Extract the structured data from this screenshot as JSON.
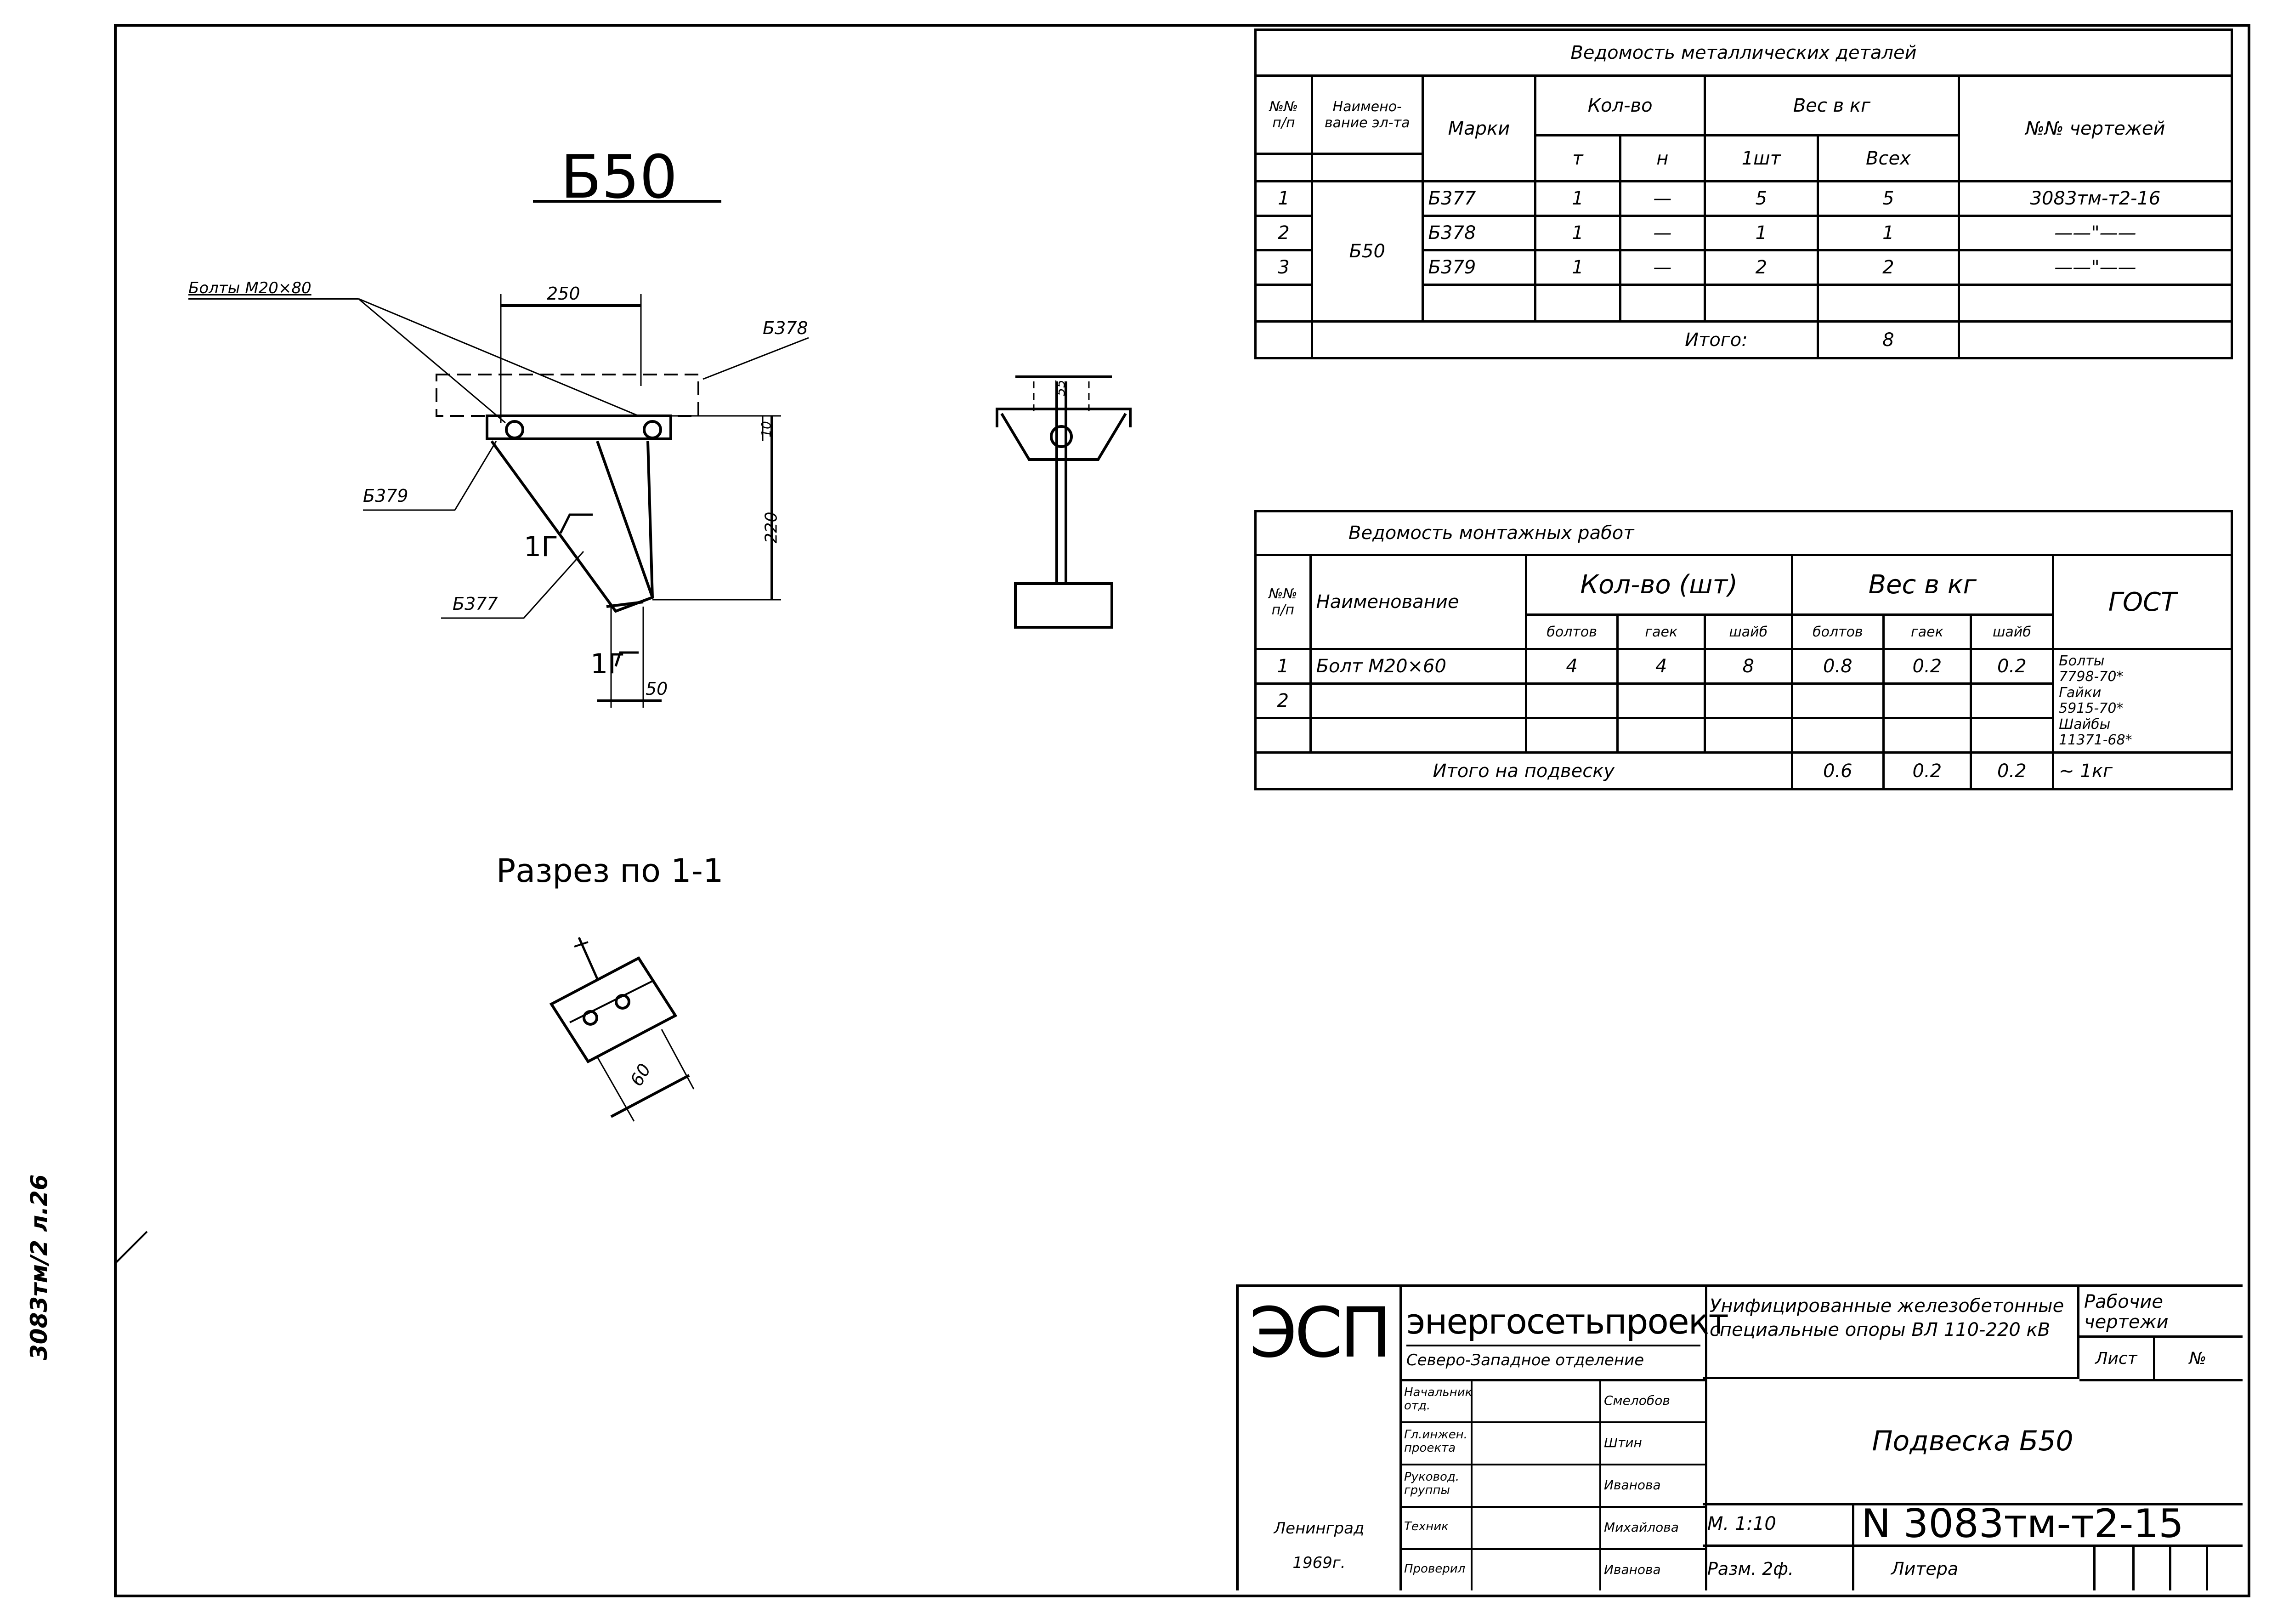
{
  "drawing": {
    "title": "Б50",
    "section_label": "Разрез по 1-1",
    "margin_note": "3083тм/2 л.26",
    "labels": {
      "bolts": "Болты М20×80",
      "dim_250": "250",
      "b378": "Б378",
      "b379": "Б379",
      "b377": "Б377",
      "dim_220": "220",
      "dim_50": "50",
      "dim_60": "60",
      "dim_10": "10",
      "cut_mark_top": "1Г",
      "cut_mark_bottom": "1Г",
      "dim_55": "55"
    }
  },
  "metal_table": {
    "title": "Ведомость металлических деталей",
    "headers": {
      "num": "№№ п/п",
      "name": "Наимено-вание эл-та",
      "mark": "Марки",
      "qty": "Кол-во",
      "qty_t": "т",
      "qty_n": "н",
      "weight": "Вес в кг",
      "w_one": "1шт",
      "w_all": "Всех",
      "drawings": "№№ чертежей"
    },
    "element_name": "Б50",
    "rows": [
      {
        "num": "1",
        "mark": "Б377",
        "t": "1",
        "n": "—",
        "one": "5",
        "all": "5",
        "dwg": "3083тм-т2-16"
      },
      {
        "num": "2",
        "mark": "Б378",
        "t": "1",
        "n": "—",
        "one": "1",
        "all": "1",
        "dwg": "——\"——"
      },
      {
        "num": "3",
        "mark": "Б379",
        "t": "1",
        "n": "—",
        "one": "2",
        "all": "2",
        "dwg": "——\"——"
      }
    ],
    "total_label": "Итого:",
    "total_value": "8"
  },
  "mount_table": {
    "title": "Ведомость монтажных работ",
    "headers": {
      "num": "№№ п/п",
      "name": "Наименование",
      "qty": "Кол-во (шт)",
      "weight": "Вес в кг",
      "bolts": "болтов",
      "nuts": "гаек",
      "washers": "шайб",
      "gost": "ГОСТ"
    },
    "rows": [
      {
        "num": "1",
        "name": "Болт М20×60",
        "q_b": "4",
        "q_n": "4",
        "q_w": "8",
        "w_b": "0.8",
        "w_n": "0.2",
        "w_w": "0.2"
      },
      {
        "num": "2",
        "name": "",
        "q_b": "",
        "q_n": "",
        "q_w": "",
        "w_b": "",
        "w_n": "",
        "w_w": ""
      }
    ],
    "gost": [
      "Болты",
      "7798-70*",
      "Гайки",
      "5915-70*",
      "Шайбы",
      "11371-68*"
    ],
    "total_label": "Итого на подвеску",
    "total_b": "0.6",
    "total_n": "0.2",
    "total_w": "0.2",
    "total_all": "~ 1кг"
  },
  "stamp": {
    "logo": "ЭСП",
    "org": "энергосетьпроект",
    "branch": "Северо-Западное отделение",
    "project": "Унифицированные железобетонные специальные опоры ВЛ 110-220 кВ",
    "stage": "Рабочие чертежи",
    "sheet_label": "Лист",
    "sheet_no": "№",
    "drawing_name": "Подвеска Б50",
    "city": "Ленинград",
    "year": "1969г.",
    "scale": "М. 1:10",
    "size": "Разм. 2ф.",
    "liter": "Литера",
    "doc_number": "N 3083тм-т2-15",
    "people": [
      {
        "role": "Начальник отд.",
        "name": "Смелобов"
      },
      {
        "role": "Гл.инжен. проекта",
        "name": "Штин"
      },
      {
        "role": "Руковод. группы",
        "name": "Иванова"
      },
      {
        "role": "Техник",
        "name": "Михайлова"
      },
      {
        "role": "Проверил",
        "name": "Иванова"
      }
    ]
  },
  "colors": {
    "ink": "#000000",
    "paper": "#ffffff"
  }
}
